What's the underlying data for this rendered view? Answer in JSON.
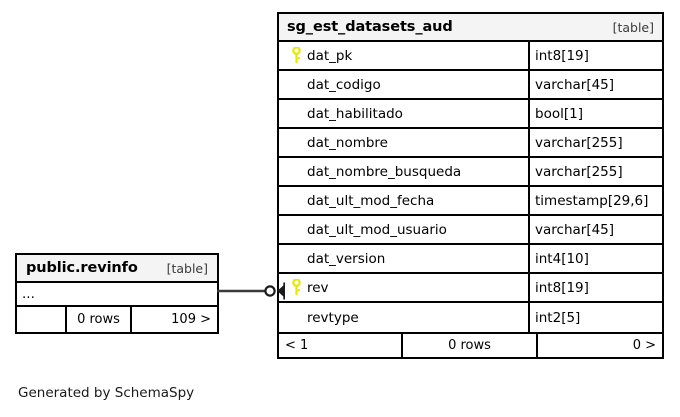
{
  "diagram": {
    "background_color": "#ffffff",
    "caption": "Generated by SchemaSpy",
    "border_color": "#000000",
    "header_background": "#f4f4f4",
    "key_icon_color": "#e8e800"
  },
  "tables": {
    "main": {
      "name": "sg_est_datasets_aud",
      "tag": "[table]",
      "columns": [
        {
          "key_icon": "primary-key-icon",
          "name": "dat_pk",
          "type": "int8[19]"
        },
        {
          "key_icon": null,
          "name": "dat_codigo",
          "type": "varchar[45]"
        },
        {
          "key_icon": null,
          "name": "dat_habilitado",
          "type": "bool[1]"
        },
        {
          "key_icon": null,
          "name": "dat_nombre",
          "type": "varchar[255]"
        },
        {
          "key_icon": null,
          "name": "dat_nombre_busqueda",
          "type": "varchar[255]"
        },
        {
          "key_icon": null,
          "name": "dat_ult_mod_fecha",
          "type": "timestamp[29,6]"
        },
        {
          "key_icon": null,
          "name": "dat_ult_mod_usuario",
          "type": "varchar[45]"
        },
        {
          "key_icon": null,
          "name": "dat_version",
          "type": "int4[10]"
        },
        {
          "key_icon": "primary-key-icon",
          "name": "rev",
          "type": "int8[19]"
        },
        {
          "key_icon": null,
          "name": "revtype",
          "type": "int2[5]"
        }
      ],
      "footer": {
        "left": "< 1",
        "center": "0 rows",
        "right": "0 >"
      }
    },
    "related": {
      "name": "public.revinfo",
      "tag": "[table]",
      "ellipsis": "...",
      "footer": {
        "left": "",
        "center": "0 rows",
        "right": "109 >"
      }
    }
  },
  "relationship": {
    "from_table": "public.revinfo",
    "to_table": "sg_est_datasets_aud",
    "to_column": "rev",
    "source_cardinality": "zero-or-one",
    "target_cardinality": "many",
    "line_color": "#3b3b3b"
  }
}
